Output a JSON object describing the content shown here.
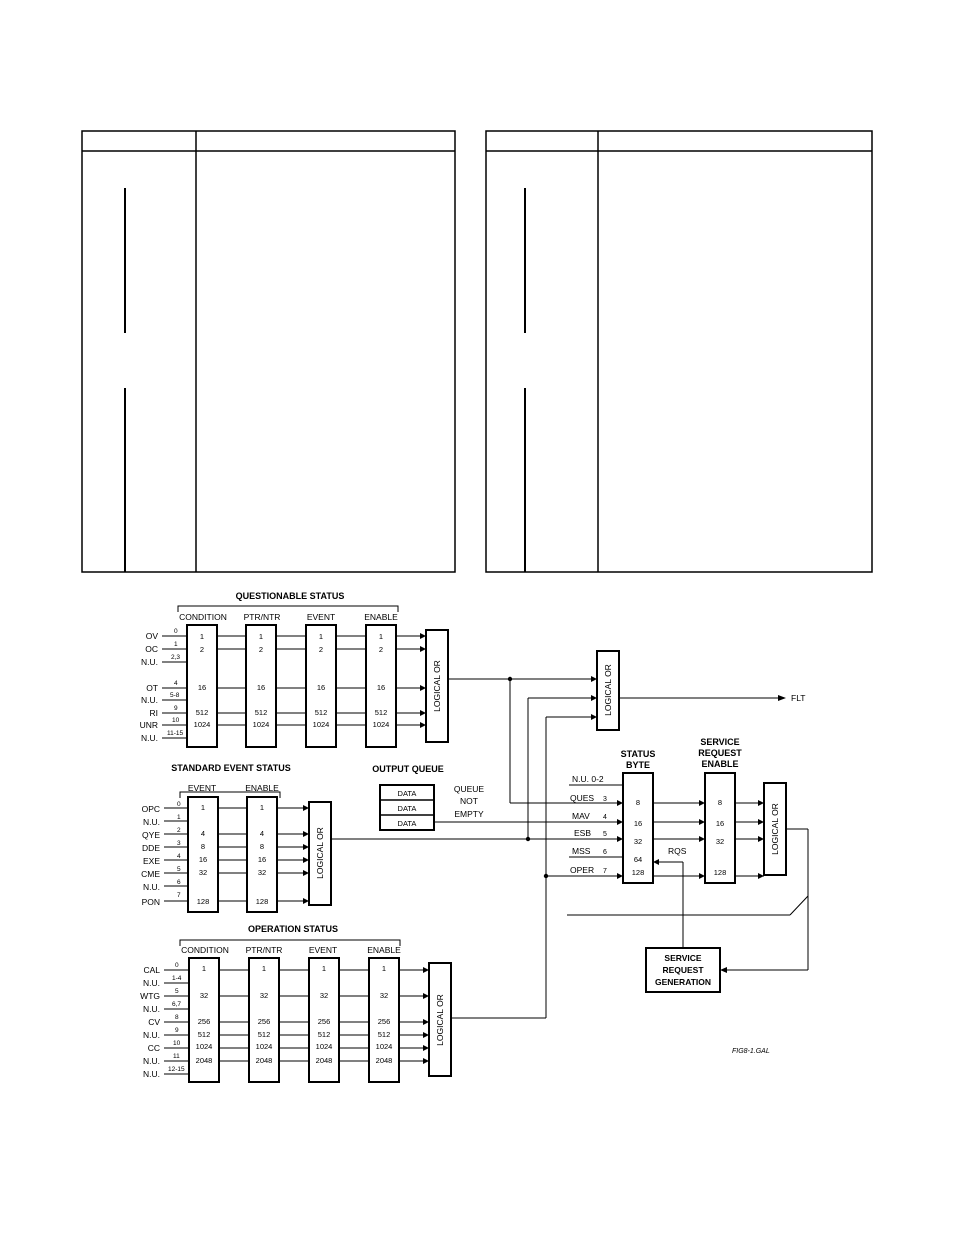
{
  "questionable": {
    "title": "QUESTIONABLE STATUS",
    "columns": [
      "CONDITION",
      "PTR/NTR",
      "EVENT",
      "ENABLE"
    ],
    "rows": [
      {
        "label": "OV",
        "bit": "0",
        "value": "1"
      },
      {
        "label": "OC",
        "bit": "1",
        "value": "2"
      },
      {
        "label": "N.U.",
        "bit": "2,3",
        "value": ""
      },
      {
        "label": "OT",
        "bit": "4",
        "value": "16"
      },
      {
        "label": "N.U.",
        "bit": "5-8",
        "value": ""
      },
      {
        "label": "RI",
        "bit": "9",
        "value": "512"
      },
      {
        "label": "UNR",
        "bit": "10",
        "value": "1024"
      },
      {
        "label": "N.U.",
        "bit": "11-15",
        "value": ""
      }
    ],
    "or_label": "LOGICAL OR"
  },
  "standard_event": {
    "title": "STANDARD EVENT STATUS",
    "columns": [
      "EVENT",
      "ENABLE"
    ],
    "rows": [
      {
        "label": "OPC",
        "bit": "0",
        "value": "1"
      },
      {
        "label": "N.U.",
        "bit": "1",
        "value": ""
      },
      {
        "label": "QYE",
        "bit": "2",
        "value": "4"
      },
      {
        "label": "DDE",
        "bit": "3",
        "value": "8"
      },
      {
        "label": "EXE",
        "bit": "4",
        "value": "16"
      },
      {
        "label": "CME",
        "bit": "5",
        "value": "32"
      },
      {
        "label": "N.U.",
        "bit": "6",
        "value": ""
      },
      {
        "label": "PON",
        "bit": "7",
        "value": "128"
      }
    ],
    "or_label": "LOGICAL OR"
  },
  "operation": {
    "title": "OPERATION STATUS",
    "columns": [
      "CONDITION",
      "PTR/NTR",
      "EVENT",
      "ENABLE"
    ],
    "rows": [
      {
        "label": "CAL",
        "bit": "0",
        "value": "1"
      },
      {
        "label": "N.U.",
        "bit": "1-4",
        "value": ""
      },
      {
        "label": "WTG",
        "bit": "5",
        "value": "32"
      },
      {
        "label": "N.U.",
        "bit": "6,7",
        "value": ""
      },
      {
        "label": "CV",
        "bit": "8",
        "value": "256"
      },
      {
        "label": "N.U.",
        "bit": "9",
        "value": "512"
      },
      {
        "label": "CC",
        "bit": "10",
        "value": "1024"
      },
      {
        "label": "N.U.",
        "bit": "11",
        "value": "2048"
      },
      {
        "label": "N.U.",
        "bit": "12-15",
        "value": ""
      }
    ],
    "or_label": "LOGICAL OR"
  },
  "output_queue": {
    "title": "OUTPUT QUEUE",
    "cells": [
      "DATA",
      "DATA",
      "DATA"
    ],
    "note": [
      "QUEUE",
      "NOT",
      "EMPTY"
    ]
  },
  "fault": {
    "or_label": "LOGICAL OR",
    "output": "FLT"
  },
  "status_byte": {
    "title": [
      "STATUS",
      "BYTE"
    ],
    "rows": [
      {
        "label": "N.U. 0-2",
        "bit": "",
        "value": ""
      },
      {
        "label": "QUES",
        "bit": "3",
        "value": "8"
      },
      {
        "label": "MAV",
        "bit": "4",
        "value": "16"
      },
      {
        "label": "ESB",
        "bit": "5",
        "value": "32"
      },
      {
        "label": "MSS",
        "bit": "6",
        "value": "64"
      },
      {
        "label": "OPER",
        "bit": "7",
        "value": "128"
      }
    ],
    "rqs": "RQS"
  },
  "service_request_enable": {
    "title": [
      "SERVICE",
      "REQUEST",
      "ENABLE"
    ],
    "values": [
      "8",
      "16",
      "32",
      "128"
    ],
    "or_label": "LOGICAL OR"
  },
  "service_request_generation": {
    "label": [
      "SERVICE",
      "REQUEST",
      "GENERATION"
    ]
  },
  "figure_id": "FIG8-1.GAL"
}
